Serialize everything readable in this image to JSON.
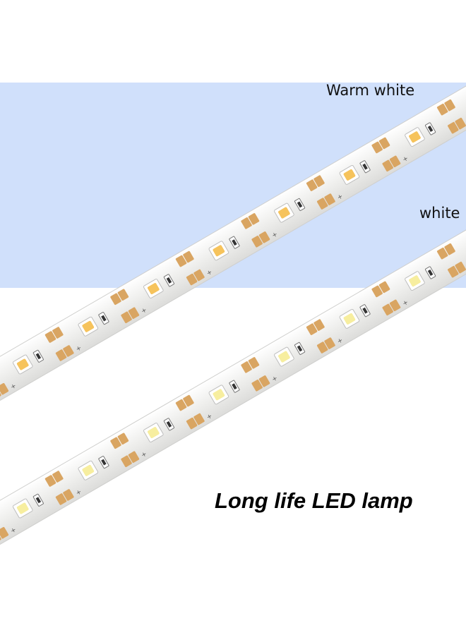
{
  "labels": {
    "warm_white": "Warm white",
    "white": "white"
  },
  "caption": "Long life LED lamp",
  "colors": {
    "panel_background": "#d0e0fb",
    "page_background": "#ffffff",
    "strip_body": "#eeeeec",
    "solder_pad": "#d9a562",
    "warm_led": "#f6c35c",
    "white_led": "#f7ee9f"
  },
  "strips": [
    {
      "name": "warm-white-strip",
      "led_color": "warm"
    },
    {
      "name": "white-strip",
      "led_color": "white"
    }
  ]
}
